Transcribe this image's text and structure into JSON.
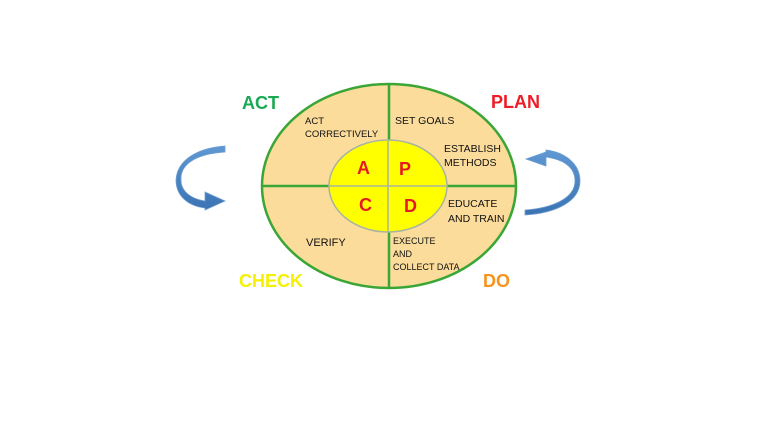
{
  "corners": {
    "act": "ACT",
    "plan": "PLAN",
    "check": "CHECK",
    "do": "DO"
  },
  "quadrants": {
    "act": [
      "ACT",
      "CORRECTIVELY"
    ],
    "plan_1": "SET GOALS",
    "plan_2": [
      "ESTABLISH",
      "METHODS"
    ],
    "do_1": [
      "EDUCATE",
      "AND TRAIN"
    ],
    "do_2": [
      "EXECUTE",
      "AND",
      "COLLECT DATA"
    ],
    "check": "VERIFY"
  },
  "letters": {
    "a": "A",
    "p": "P",
    "c": "C",
    "d": "D"
  },
  "colors": {
    "act": "#1aaa55",
    "plan": "#ee1c25",
    "check": "#f5f100",
    "do": "#f7941d",
    "outer_fill": "#fbdc9b",
    "outer_stroke": "#3aa636",
    "inner_fill": "#ffff00",
    "letters": "#e51b24",
    "arrows": "#4a86c6"
  },
  "icons": {
    "left_arrow": "curved-arrow-icon",
    "right_arrow": "curved-arrow-icon"
  }
}
